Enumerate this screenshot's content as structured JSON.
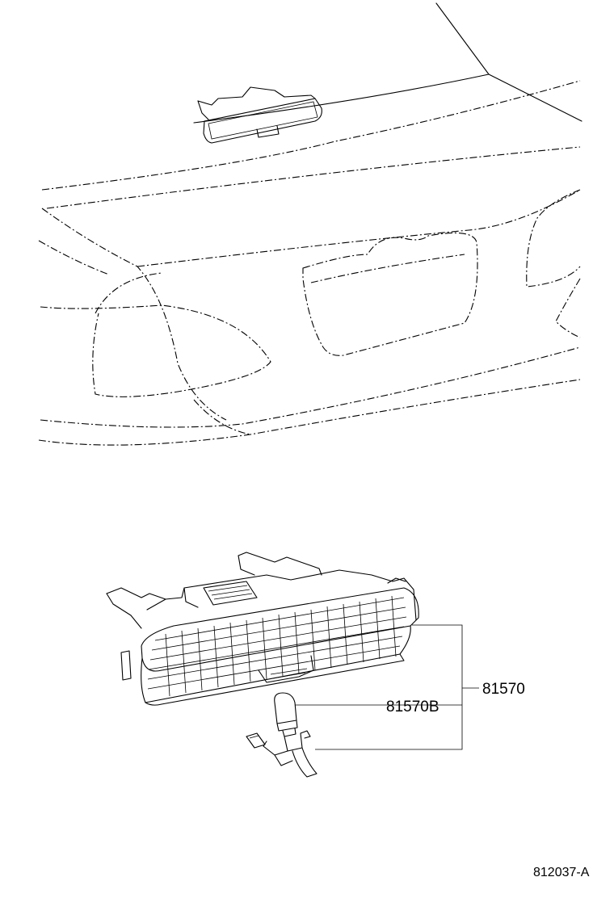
{
  "parts": [
    {
      "number": "81570",
      "name": "high-mount-stop-lamp-assembly"
    },
    {
      "number": "81570B",
      "name": "bulb-and-socket"
    }
  ],
  "drawing_code": "812037-A"
}
